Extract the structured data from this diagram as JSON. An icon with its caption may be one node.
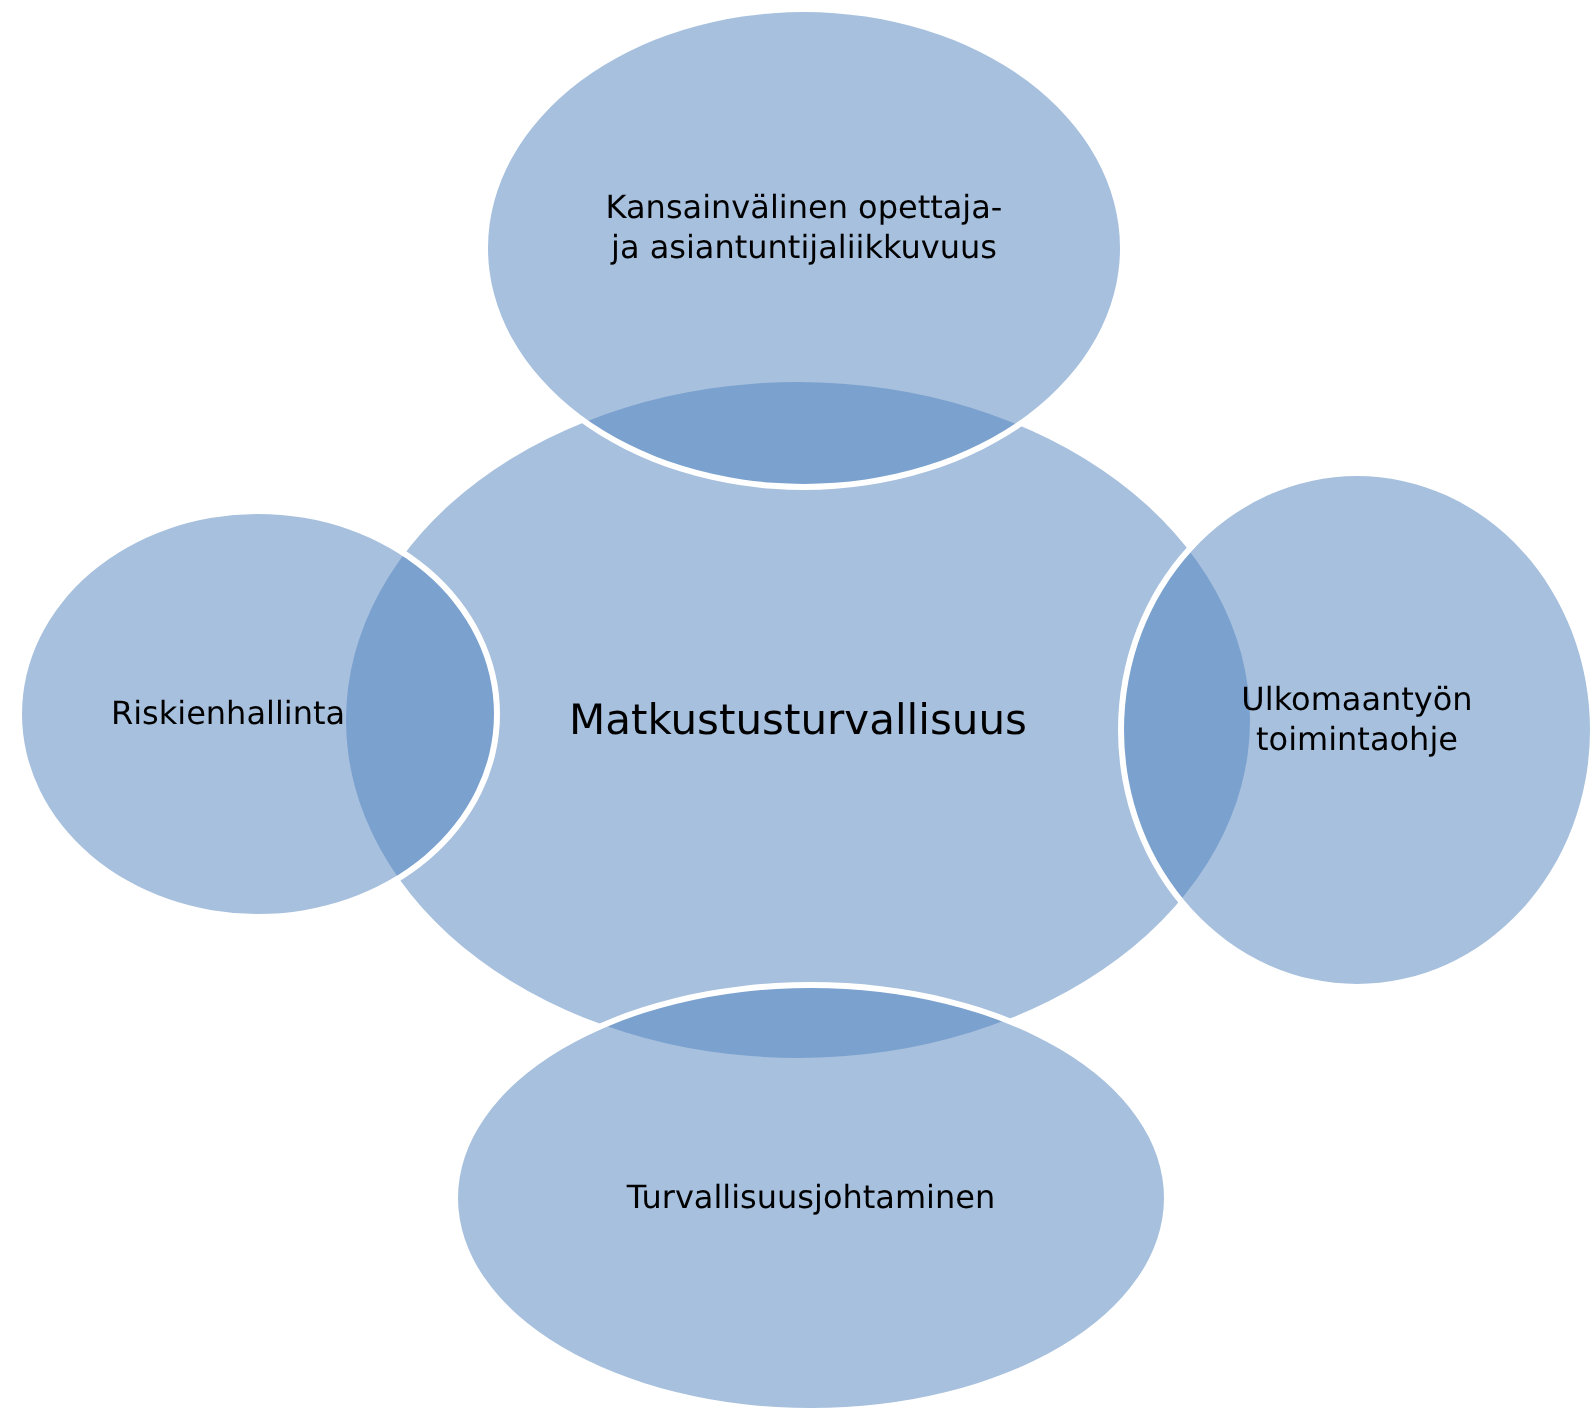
{
  "diagram": {
    "nodes": [
      {
        "text": [
          "Kansainvälinen opettaja- ja asiantuntijaliikkuvuus"
        ]
      },
      {
        "text": [
          "Riskienhallinta"
        ]
      },
      {
        "text": [
          "Matkustusturvallisuus"
        ]
      },
      {
        "text": [
          "Ulkomaantyön toimintaohje"
        ]
      },
      {
        "text": [
          "Turvallisuusjohtaminen"
        ]
      }
    ]
  }
}
